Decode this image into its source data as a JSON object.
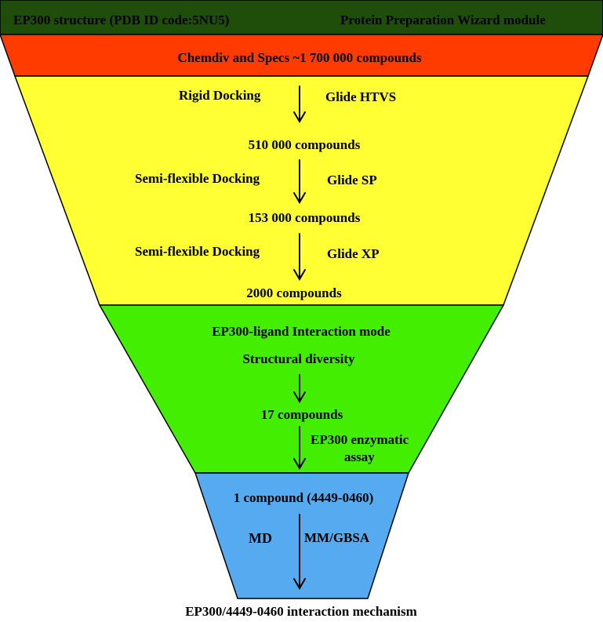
{
  "colors": {
    "header": "#1f4e0b",
    "library": "#ff3b00",
    "docking": "#ffff33",
    "selection": "#44ee00",
    "md": "#55aaf0",
    "line": "#000000"
  },
  "header": {
    "left": "EP300 structure (PDB ID code:5NU5)",
    "right": "Protein Preparation Wizard module"
  },
  "library": {
    "label": "Chemdiv and Specs ~1 700 000 compounds"
  },
  "docking": {
    "step1_method": "Rigid Docking",
    "step1_tool": "Glide HTVS",
    "count1": "510 000 compounds",
    "step2_method": "Semi-flexible Docking",
    "step2_tool": "Glide SP",
    "count2": "153 000 compounds",
    "step3_method": "Semi-flexible Docking",
    "step3_tool": "Glide XP",
    "count3": "2000 compounds"
  },
  "selection": {
    "criterion1": "EP300-ligand Interaction mode",
    "criterion2": "Structural diversity",
    "count": "17 compounds",
    "assay_line1": "EP300 enzymatic",
    "assay_line2": "assay"
  },
  "md": {
    "compound": "1 compound (4449-0460)",
    "left_method": "MD",
    "right_method": "MM/GBSA"
  },
  "footer": {
    "label": "EP300/4449-0460 interaction mechanism"
  }
}
